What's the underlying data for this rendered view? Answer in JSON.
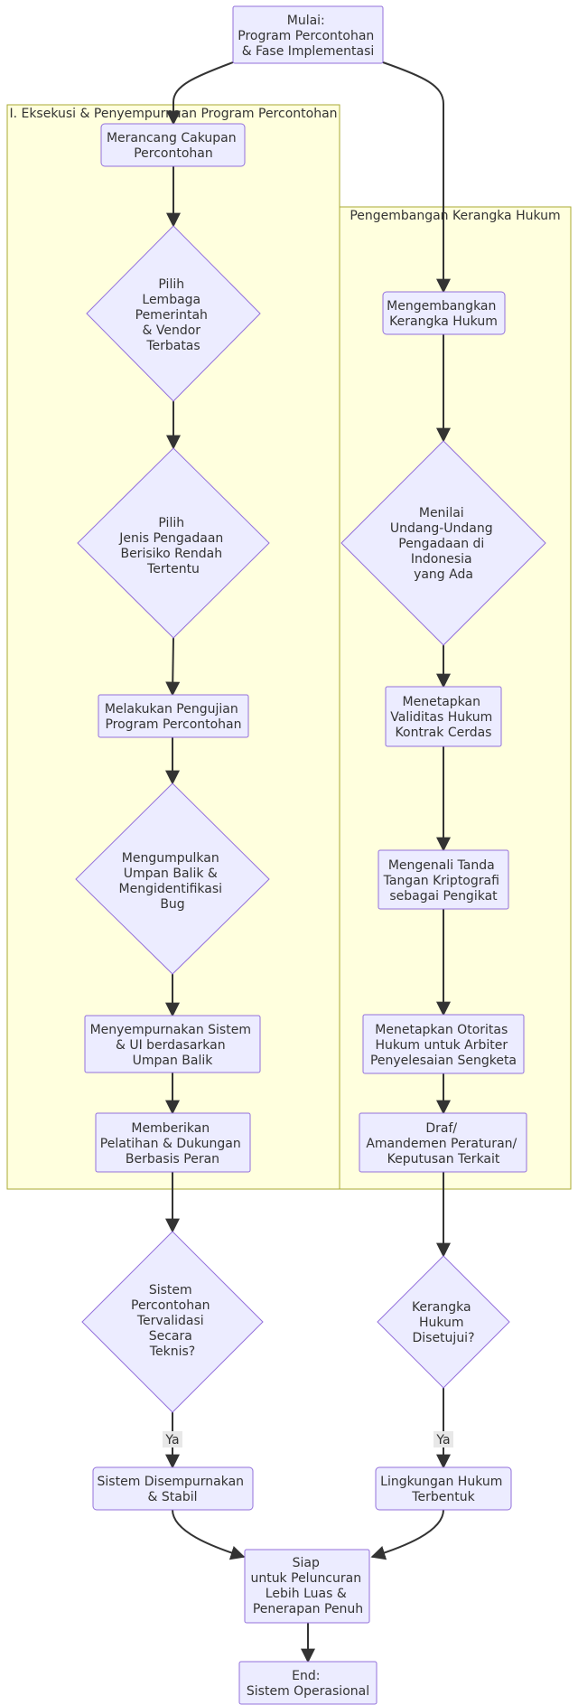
{
  "clusters": {
    "left": "I. Eksekusi & Penyempurnaan Program Percontohan",
    "right": "Pengembangan Kerangka Hukum"
  },
  "nodes": {
    "start": [
      "Mulai:",
      "Program Percontohan",
      "& Fase Implementasi"
    ],
    "l1": [
      "Merancang Cakupan",
      "Percontohan"
    ],
    "l2": [
      "Pilih",
      "Lembaga",
      "Pemerintah",
      "& Vendor",
      "Terbatas"
    ],
    "l3": [
      "Pilih",
      "Jenis Pengadaan",
      "Berisiko Rendah",
      "Tertentu"
    ],
    "l4": [
      "Melakukan Pengujian",
      "Program Percontohan"
    ],
    "l5": [
      "Mengumpulkan",
      "Umpan Balik &",
      "Mengidentifikasi",
      "Bug"
    ],
    "l6": [
      "Menyempurnakan Sistem",
      "& UI berdasarkan",
      "Umpan Balik"
    ],
    "l7": [
      "Memberikan",
      "Pelatihan & Dukungan",
      "Berbasis Peran"
    ],
    "r1": [
      "Mengembangkan",
      "Kerangka Hukum"
    ],
    "r2": [
      "Menilai",
      "Undang-Undang",
      "Pengadaan di",
      "Indonesia",
      "yang Ada"
    ],
    "r3": [
      "Menetapkan",
      "Validitas Hukum",
      "Kontrak Cerdas"
    ],
    "r4": [
      "Mengenali Tanda",
      "Tangan Kriptografi",
      "sebagai Pengikat"
    ],
    "r5": [
      "Menetapkan Otoritas",
      "Hukum untuk Arbiter",
      "Penyelesaian Sengketa"
    ],
    "r6": [
      "Draf/",
      "Amandemen Peraturan/",
      "Keputusan Terkait"
    ],
    "dl": [
      "Sistem",
      "Percontohan",
      "Tervalidasi",
      "Secara",
      "Teknis?"
    ],
    "dr": [
      "Kerangka",
      "Hukum",
      "Disetujui?"
    ],
    "ol": [
      "Sistem Disempurnakan",
      "& Stabil"
    ],
    "or": [
      "Lingkungan Hukum",
      "Terbentuk"
    ],
    "ready": [
      "Siap",
      "untuk Peluncuran",
      "Lebih Luas &",
      "Penerapan Penuh"
    ],
    "end": [
      "End:",
      "Sistem Operasional"
    ]
  },
  "edge_labels": {
    "yes_left": "Ya",
    "yes_right": "Ya"
  },
  "colors": {
    "node_fill": "#ececff",
    "node_stroke": "#9370db",
    "cluster_fill": "#ffffde",
    "cluster_stroke": "#aaaa33",
    "edge": "#333333",
    "text": "#333333"
  }
}
